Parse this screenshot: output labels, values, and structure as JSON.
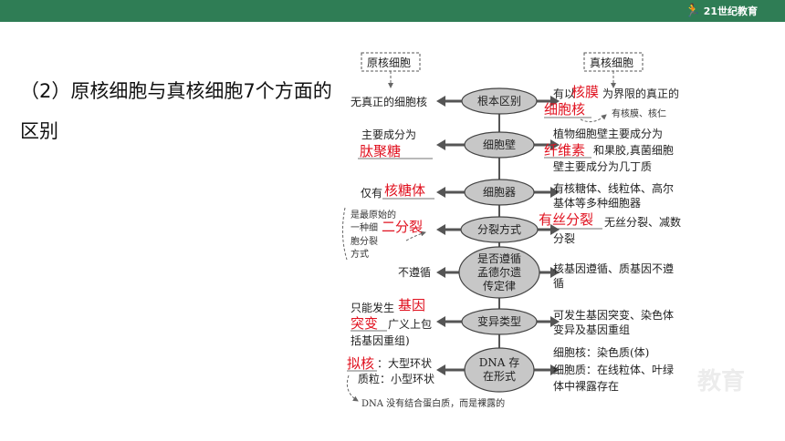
{
  "header": {
    "logo_text": "21世纪教育"
  },
  "heading": "（2）原核细胞与真核细胞7个方面的区别",
  "watermark": "教育",
  "diagram": {
    "prokaryote_label": "原核细胞",
    "eukaryote_label": "真核细胞",
    "nodes": [
      "根本区别",
      "细胞壁",
      "细胞器",
      "分裂方式",
      "是否遵循",
      "孟德尔遗",
      "传定律",
      "变异类型",
      "DNA 存",
      "在形式"
    ],
    "left": {
      "row1": "无真正的细胞核",
      "row2": "主要成分为",
      "row3": "仅有",
      "row4_note": [
        "是最原始的",
        "一种细",
        "胞分裂",
        "方式"
      ],
      "row5": "不遵循",
      "row6": [
        "只能发生",
        "广义上包",
        "括基因重组)"
      ],
      "row7": [
        "：大型环状",
        "质粒：小型环状"
      ],
      "bottom_note": "DNA 没有结合蛋白质，而是裸露的"
    },
    "right": {
      "row1": [
        "有以",
        "为界限的真正的"
      ],
      "row1_note": "有核膜、核仁",
      "row2": [
        "植物细胞壁主要成分为",
        "和果胶,真菌细胞",
        "壁主要成分为几丁质"
      ],
      "row3": [
        "有核糖体、线粒体、高尔",
        "基体等多种细胞器"
      ],
      "row4": [
        "无丝分裂、减数",
        "分裂"
      ],
      "row5": [
        "核基因遵循、质基因不遵",
        "循"
      ],
      "row6": [
        "可发生基因突变、染色体",
        "变异及基因重组"
      ],
      "row7": [
        "细胞核：染色质(体)",
        "细胞质：在线粒体、叶绿",
        "体中裸露存在"
      ]
    },
    "answers": {
      "hemo": "核膜",
      "nucleus": "细胞核",
      "taijutang": "肽聚糖",
      "xianweisu": "纤维素",
      "hetangti": "核糖体",
      "erfenlie": "二分裂",
      "yousifenlie": "有丝分裂",
      "jiyin": "基因",
      "tubian": "突变",
      "nihe": "拟核"
    }
  }
}
